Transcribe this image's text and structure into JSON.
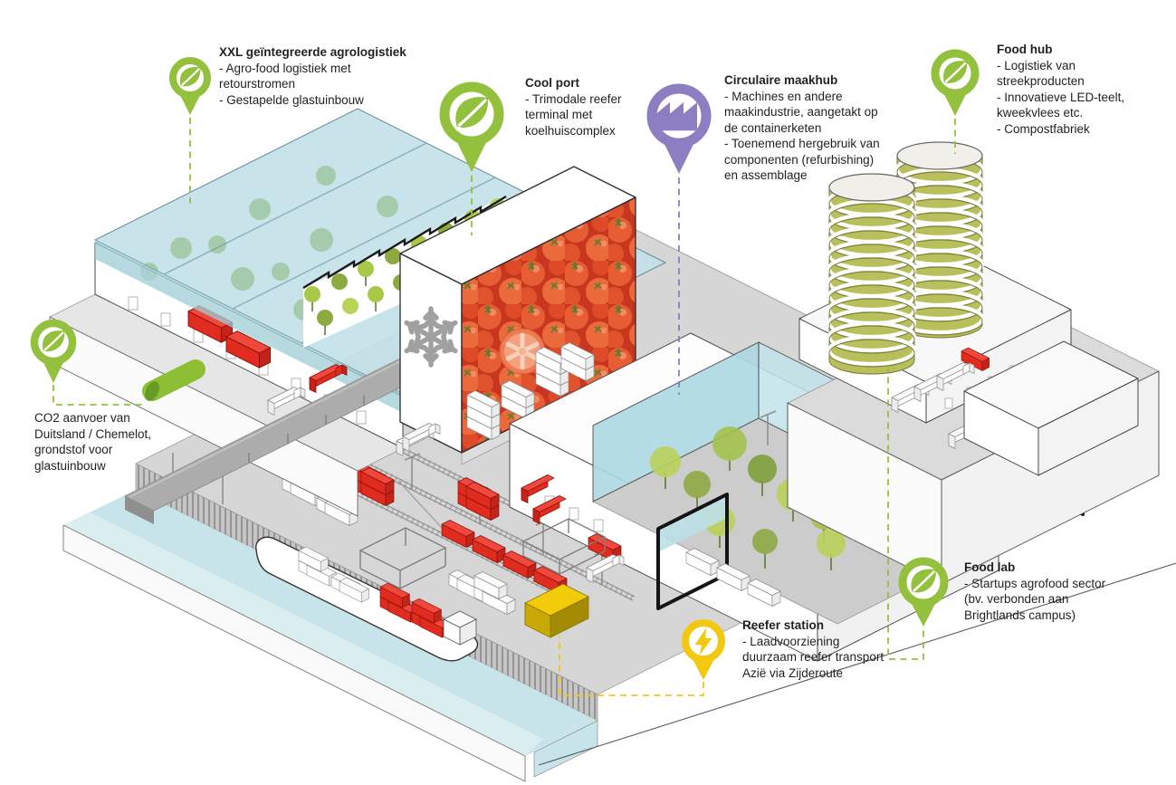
{
  "diagram": {
    "labels": {
      "agrologistics": {
        "title": "XXL geïntegreerde agrologistiek",
        "lines": [
          "- Agro-food logistiek met",
          "retourstromen",
          "- Gestapelde glastuinbouw"
        ]
      },
      "coolport": {
        "title": "Cool port",
        "lines": [
          "- Trimodale reefer",
          "terminal met",
          "koelhuiscomplex"
        ]
      },
      "maakhub": {
        "title": "Circulaire maakhub",
        "lines": [
          "- Machines en andere",
          "maakindustrie, aangetakt op",
          "de containerketen",
          "- Toenemend hergebruik van",
          "componenten (refurbishing)",
          "en assemblage"
        ]
      },
      "foodhub": {
        "title": "Food hub",
        "lines": [
          "- Logistiek van",
          "streekproducten",
          "- Innovatieve LED-teelt,",
          "kweekvlees etc.",
          "- Compostfabriek"
        ]
      },
      "co2": {
        "lines": [
          "CO2 aanvoer van",
          "Duitsland / Chemelot,",
          "grondstof voor",
          "glastuinbouw"
        ]
      },
      "foodlab": {
        "title": "Food lab",
        "lines": [
          "- Startups agrofood sector",
          "(bv. verbonden aan",
          "Brightlands campus)"
        ]
      },
      "reefer": {
        "title": "Reefer station",
        "lines": [
          "- Laadvoorziening",
          "duurzaam reefer transport",
          "Azië via Zijderoute"
        ]
      }
    },
    "icons": {
      "agrologistics": "leaf-pin",
      "coolport": "leaf-pin",
      "maakhub": "factory-pin",
      "foodhub": "leaf-pin",
      "co2": "leaf-pin",
      "foodlab": "leaf-pin",
      "reefer": "lightning-pin",
      "coolport_wall": "snowflake-icon"
    },
    "colors": {
      "green": "#94C13D",
      "purple": "#8D7EC1",
      "yellow": "#F2C811",
      "red": "#E0291D",
      "water": "#C6E4E9",
      "glass": "#BFDFE6",
      "quay": "#D6D6D6",
      "olive": "#B9BF5A",
      "ink": "#231F20"
    }
  }
}
